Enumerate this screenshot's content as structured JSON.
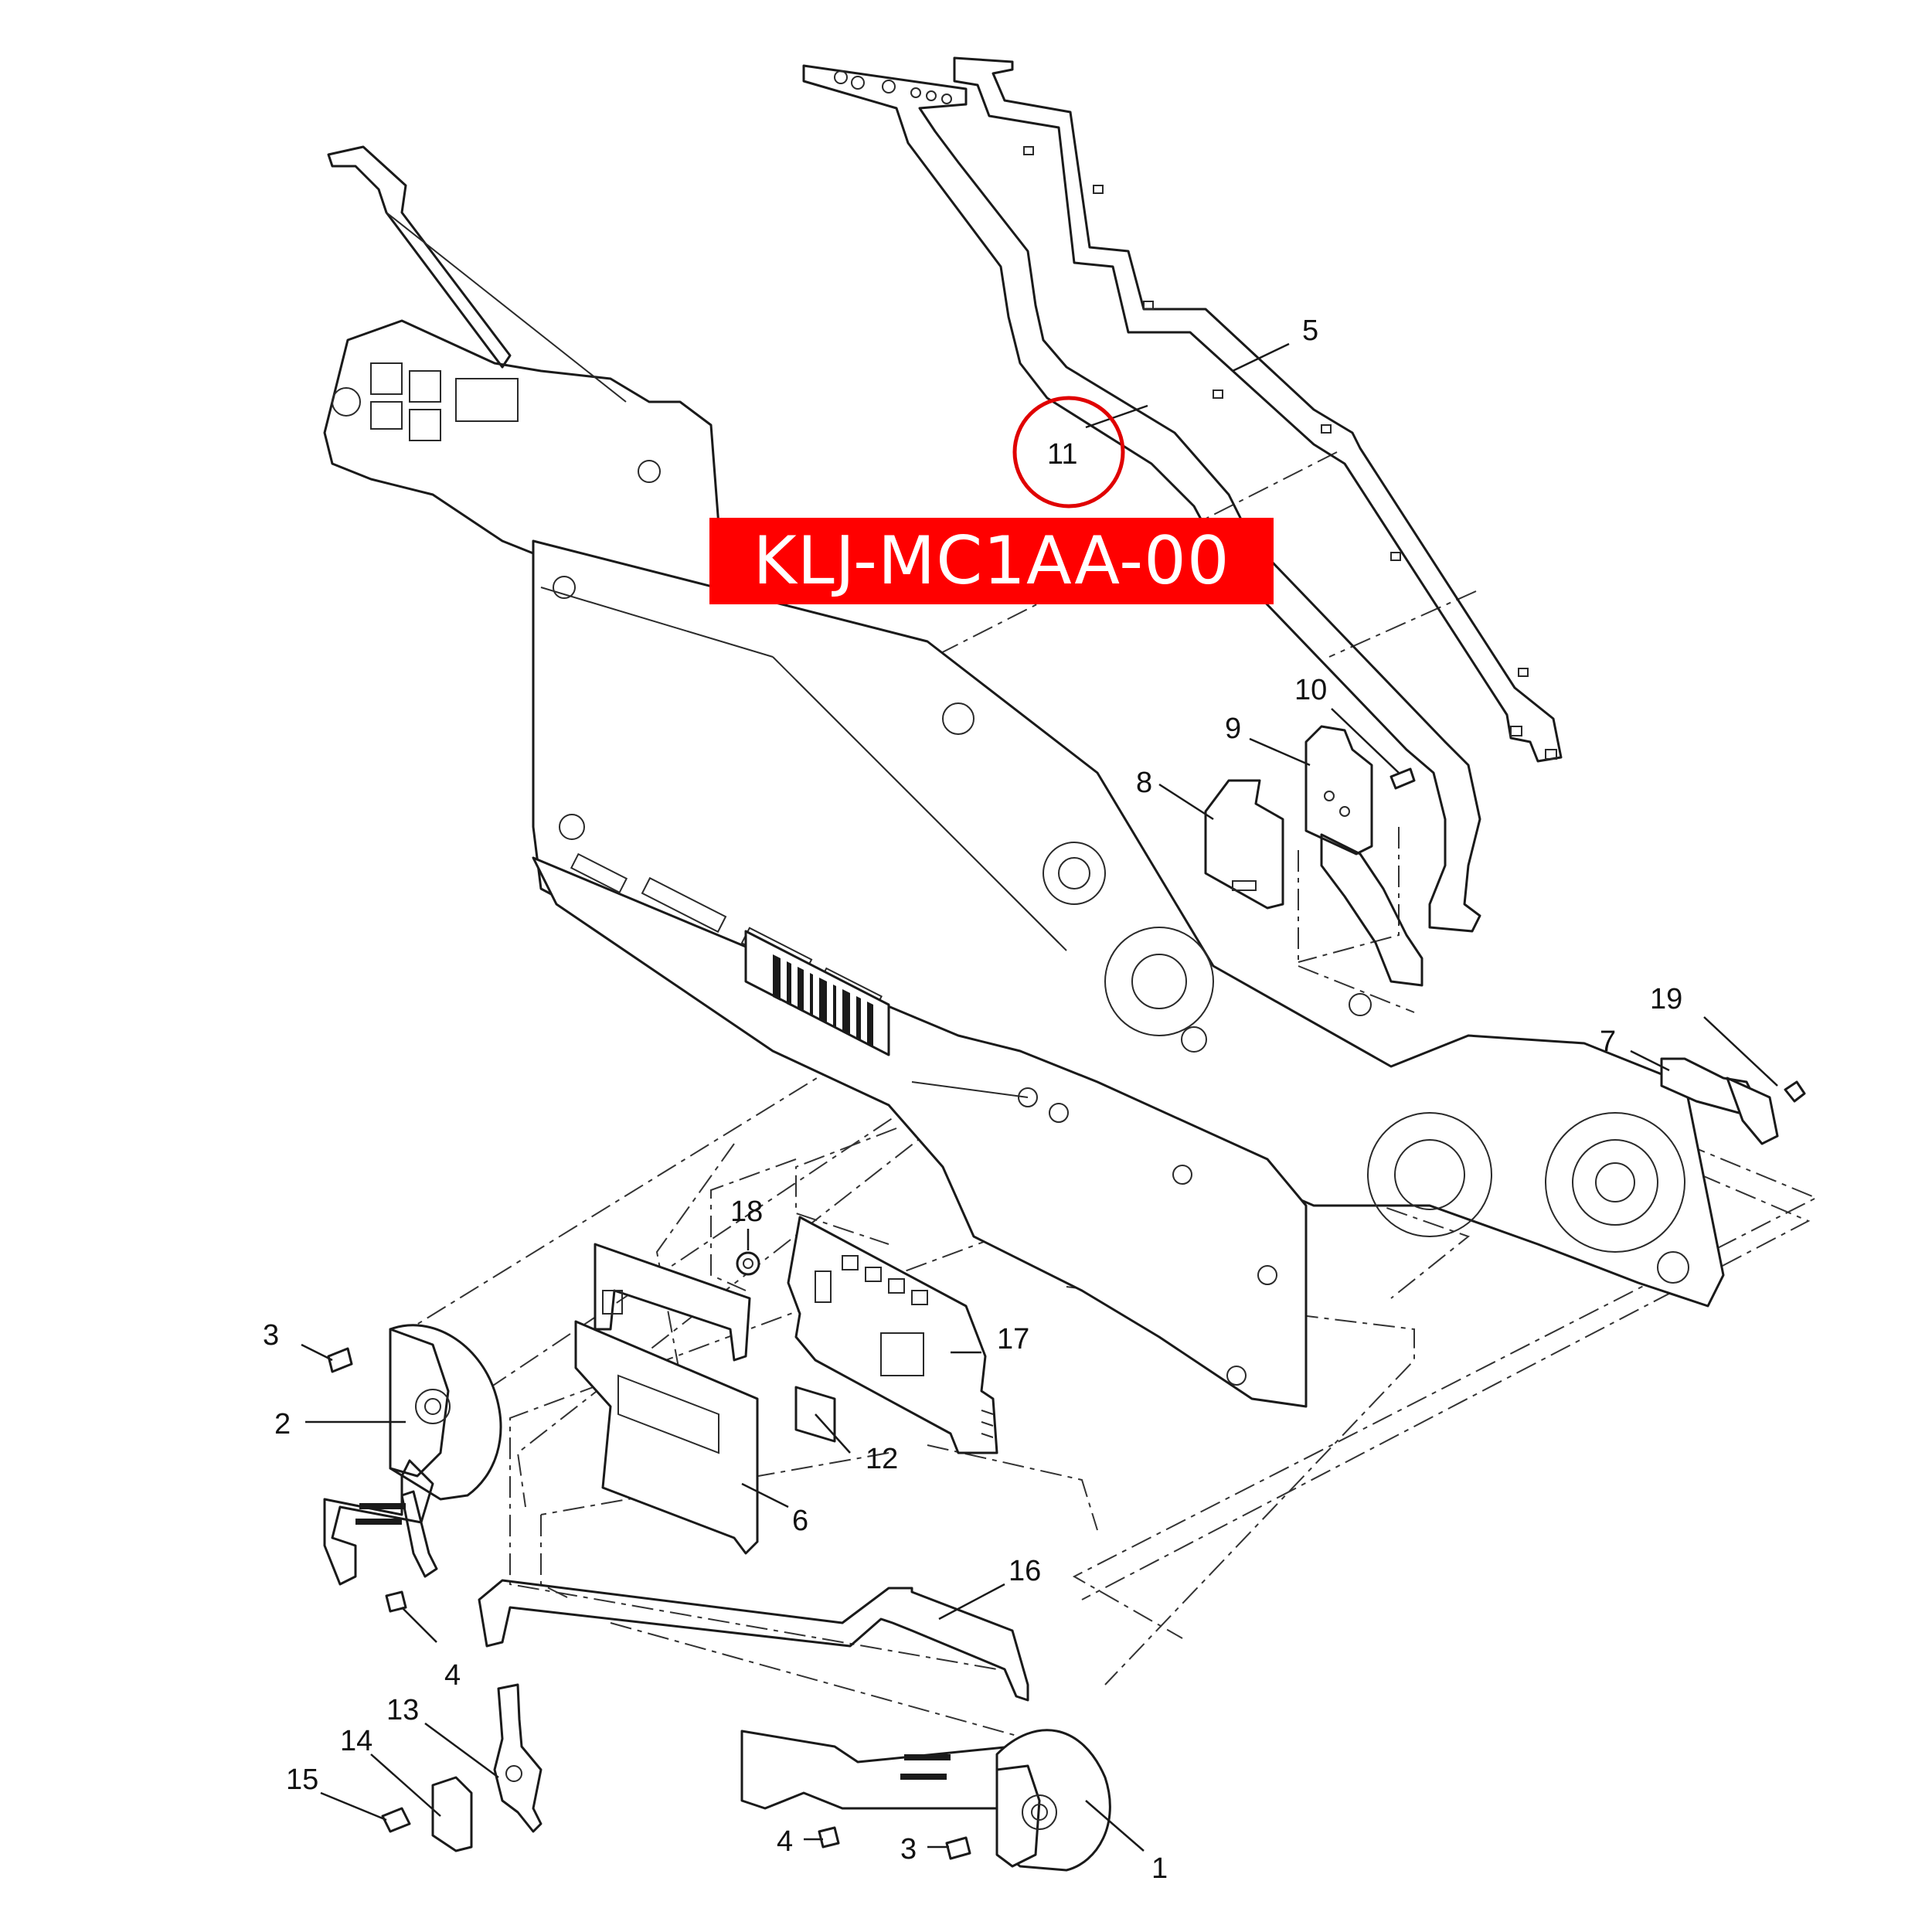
{
  "banner": {
    "part_number": "KLJ-MC1AA-00",
    "background_color": "#ff0000",
    "text_color": "#ffffff"
  },
  "highlight": {
    "target_callout": "11",
    "ring_color": "#e00000"
  },
  "callouts": {
    "c1": "1",
    "c2": "2",
    "c3a": "3",
    "c3b": "3",
    "c4a": "4",
    "c4b": "4",
    "c5": "5",
    "c6": "6",
    "c7": "7",
    "c8": "8",
    "c9": "9",
    "c10": "10",
    "c11": "11",
    "c12": "12",
    "c13": "13",
    "c14": "14",
    "c15": "15",
    "c16": "16",
    "c17": "17",
    "c18": "18",
    "c19": "19"
  }
}
